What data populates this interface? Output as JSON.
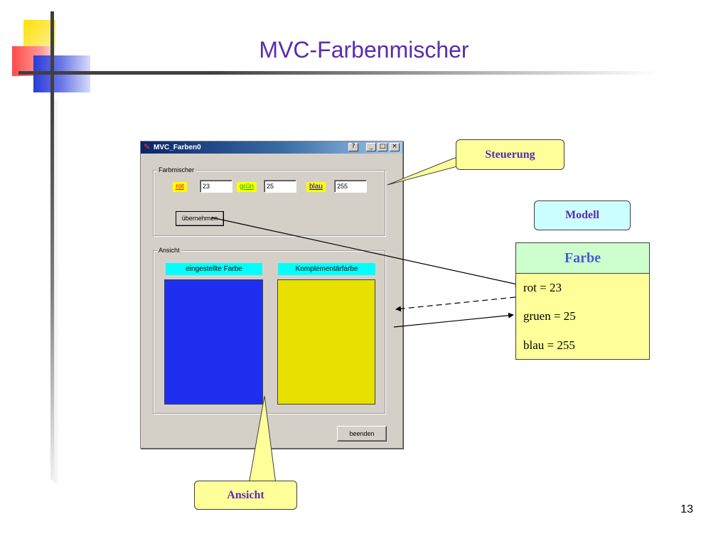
{
  "slide": {
    "title": "MVC-Farbenmischer",
    "page_number": "13"
  },
  "window": {
    "title": "MVC_Farben0",
    "help_button": "?",
    "minimize_button": "_",
    "maximize_button": "□",
    "close_button": "×"
  },
  "farbmischer": {
    "legend": "Farbmischer",
    "rot_label": "rot",
    "rot_value": "23",
    "gruen_label": "grün",
    "gruen_value": "25",
    "blau_label": "blau",
    "blau_value": "255",
    "apply_button": "übernehmen"
  },
  "ansicht_group": {
    "legend": "Ansicht",
    "set_color_label": "eingestellte Farbe",
    "complement_label": "Komplementärfarbe"
  },
  "exit_button": "beenden",
  "callouts": {
    "steuerung": "Steuerung",
    "modell": "Modell",
    "ansicht": "Ansicht"
  },
  "model_class": {
    "name": "Farbe",
    "attributes": [
      "rot = 23",
      "gruen = 25",
      "blau = 255"
    ]
  },
  "colors": {
    "title": "#5a2bb0",
    "set_color": "#1f2ff0",
    "complement_color": "#e8e000",
    "label_cyan": "#00ffff",
    "rot_label_bg": "#ffff00",
    "rot_label_fg": "#ff0000",
    "gruen_label_fg": "#00c000",
    "blau_label_fg": "#0000c0",
    "callout_fill": "#ffff99",
    "modell_fill": "#ccffff",
    "class_header_fill": "#ccffcc"
  }
}
